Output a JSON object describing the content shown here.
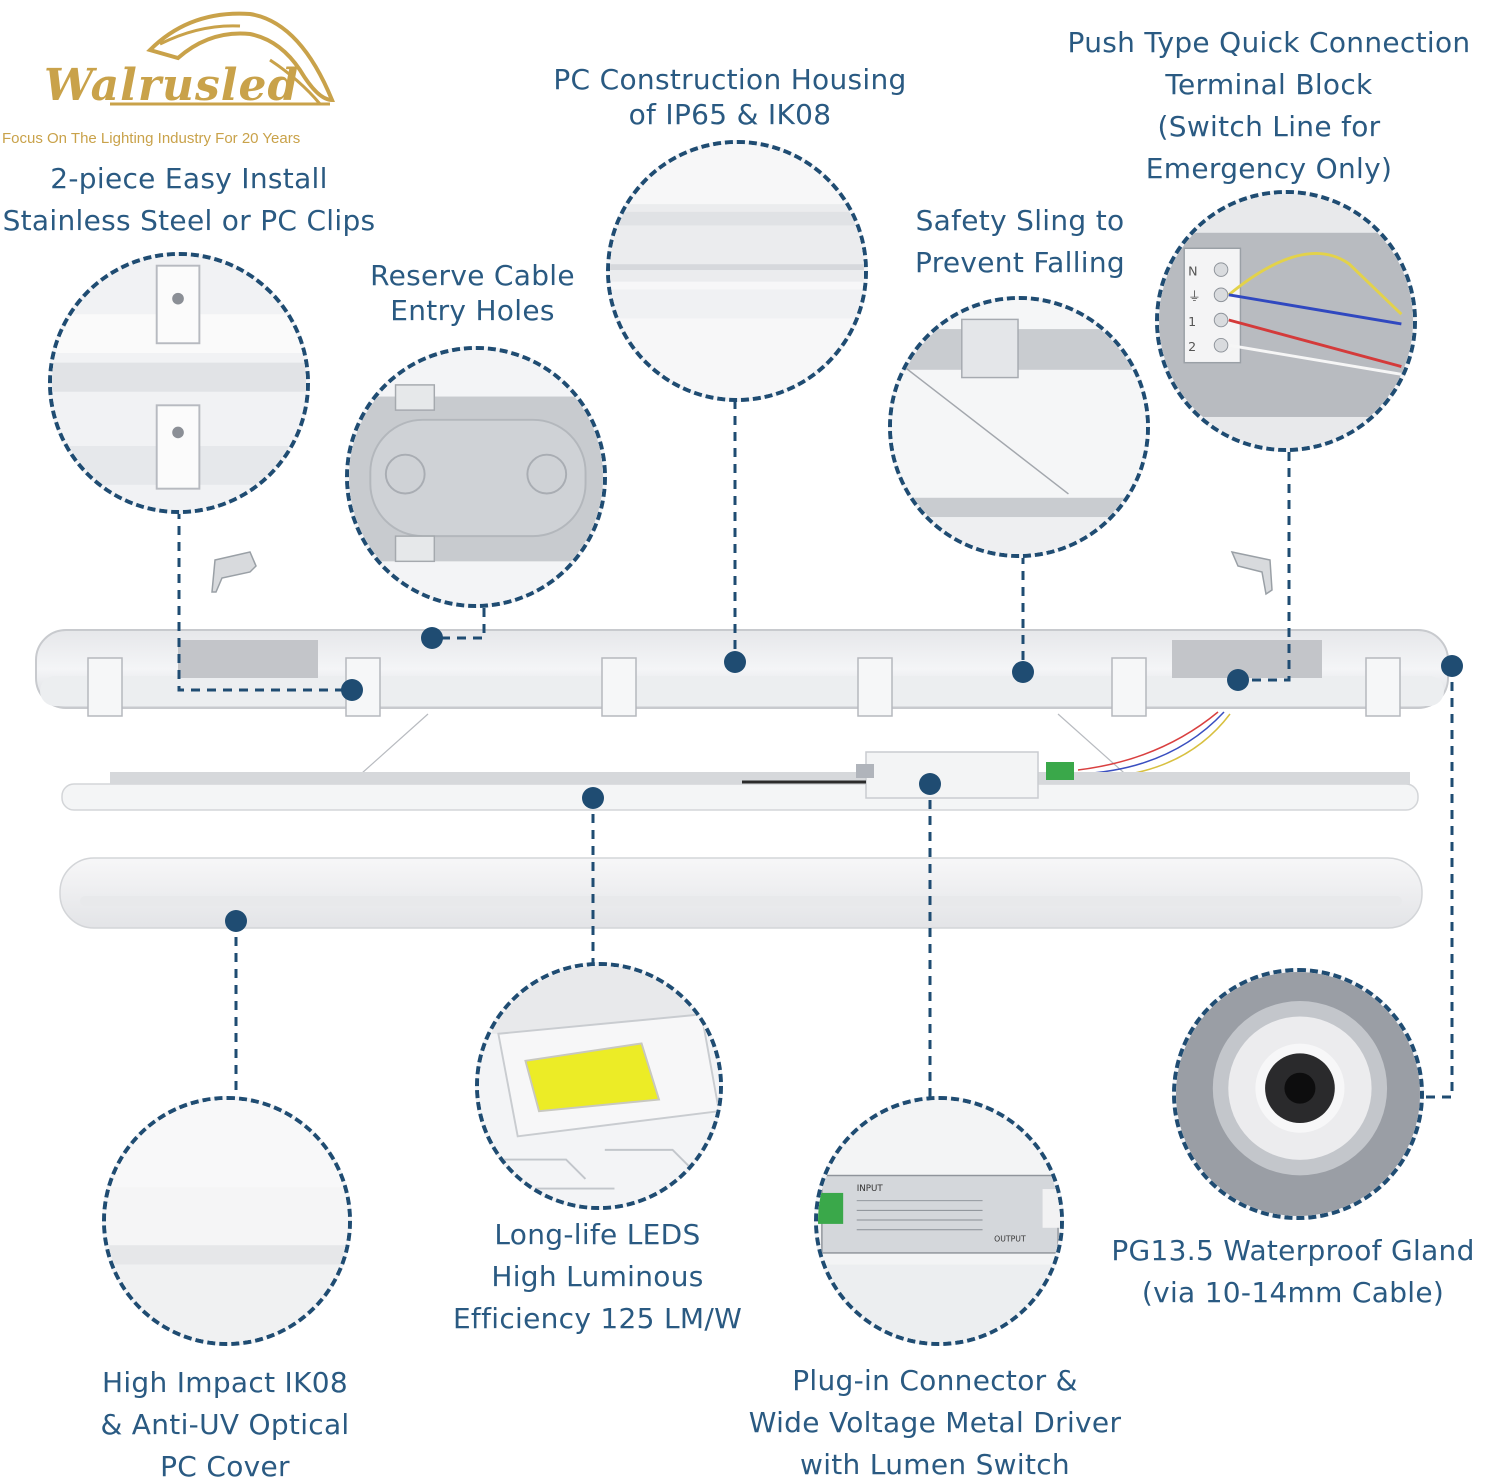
{
  "brand": {
    "name": "Walrusled",
    "tagline": "Focus On The Lighting Industry For 20 Years",
    "color": "#c9a24a"
  },
  "accent_color": "#1f4c72",
  "callouts": {
    "clips": {
      "line1": "2-piece Easy Install",
      "line2": "Stainless Steel or PC Clips"
    },
    "housing": {
      "line1": "PC Construction Housing",
      "line2": "of IP65 & IK08"
    },
    "terminal": {
      "line1": "Push Type Quick Connection",
      "line2": "Terminal Block",
      "line3": "(Switch Line for",
      "line4": "Emergency Only)"
    },
    "cable_holes": {
      "line1": "Reserve Cable",
      "line2": "Entry Holes"
    },
    "sling": {
      "line1": "Safety Sling to",
      "line2": "Prevent Falling"
    },
    "leds": {
      "line1": "Long-life LEDS",
      "line2": "High Luminous",
      "line3": "Efficiency 125 LM/W"
    },
    "gland": {
      "line1": "PG13.5 Waterproof Gland",
      "line2": "(via 10-14mm Cable)"
    },
    "cover": {
      "line1": "High Impact IK08",
      "line2": "& Anti-UV Optical",
      "line3": "PC Cover"
    },
    "driver": {
      "line1": "Plug-in Connector &",
      "line2": "Wide Voltage Metal Driver",
      "line3": "with Lumen Switch"
    }
  },
  "terminal_marks": [
    "N",
    "⏚",
    "1",
    "2"
  ],
  "driver_label": {
    "title": "INPUT",
    "output": "OUTPUT"
  }
}
